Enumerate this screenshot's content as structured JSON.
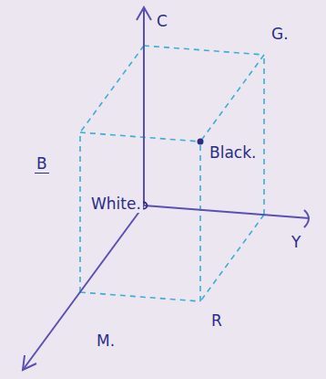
{
  "diagram": {
    "labels": [
      "C",
      "G.",
      "B",
      "Black.",
      "White.",
      "Y",
      "R",
      "M."
    ]
  }
}
